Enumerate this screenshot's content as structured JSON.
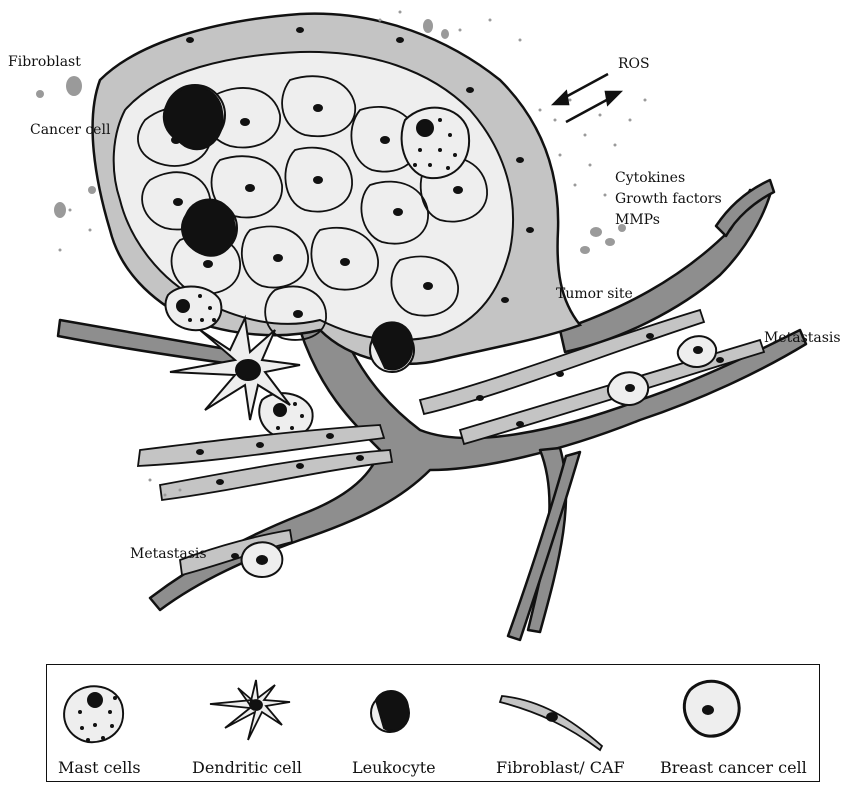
{
  "labels": {
    "fibroblast": "Fibroblast",
    "cancer_cell": "Cancer cell",
    "ros": "ROS",
    "cytokines": "Cytokines",
    "growth_factors": "Growth factors",
    "mmps": "MMPs",
    "tumor_site": "Tumor site",
    "metastasis_right": "Metastasis",
    "metastasis_left": "Metastasis"
  },
  "legend": {
    "items": [
      {
        "label": "Mast cells",
        "icon": "mast-cell-icon"
      },
      {
        "label": "Dendritic cell",
        "icon": "dendritic-cell-icon"
      },
      {
        "label": "Leukocyte",
        "icon": "leukocyte-icon"
      },
      {
        "label": "Fibroblast/ CAF",
        "icon": "fibroblast-caf-icon"
      },
      {
        "label": "Breast cancer cell",
        "icon": "breast-cancer-cell-icon"
      }
    ]
  },
  "colors": {
    "stroke": "#111111",
    "vessel": "#8e8e8e",
    "cell_fill": "#eeeeee",
    "fibro_fill": "#c4c4c4",
    "dots": "#9a9a9a"
  }
}
